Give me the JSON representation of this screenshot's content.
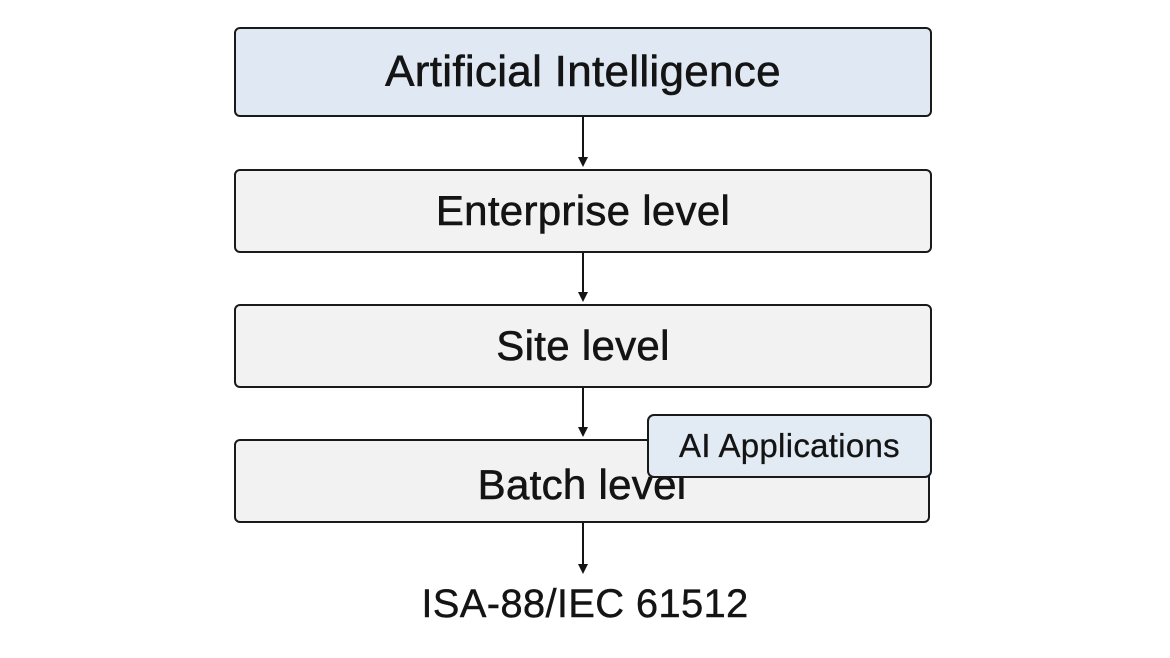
{
  "diagram": {
    "levels": [
      {
        "label": "Artificial Intelligence"
      },
      {
        "label": "Enterprise level"
      },
      {
        "label": "Site level"
      },
      {
        "label": "Batch level"
      }
    ],
    "overlay_label": "AI Applications",
    "standard": "ISA-88/IEC 61512"
  },
  "colors": {
    "highlight_fill": "#dfe8f3",
    "box_fill": "#f2f2f2",
    "stroke": "#1a1a1a"
  }
}
